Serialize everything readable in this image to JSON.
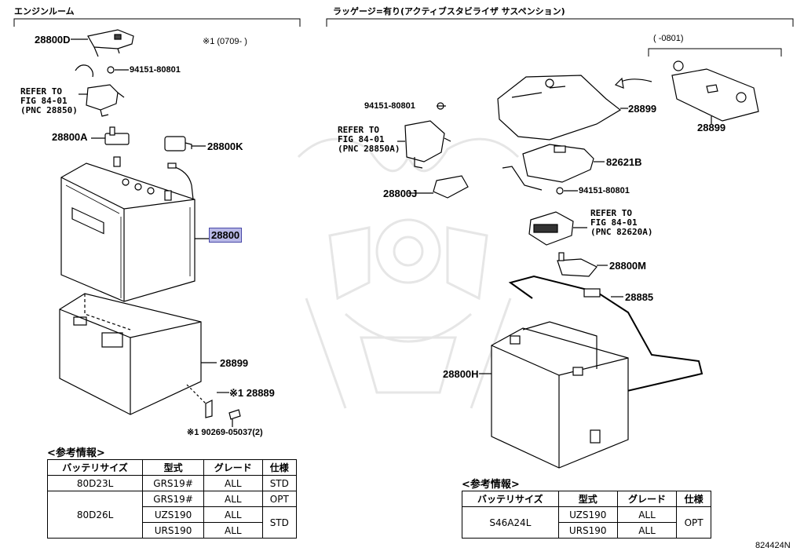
{
  "sections": {
    "left_title": "エンジンルーム",
    "right_title": "ラッゲージ=有り(アクティブスタビライザ サスペンション)",
    "left_note": "※1 (0709-    )",
    "right_note": "(     -0801)"
  },
  "labels": {
    "p28800D": "28800D",
    "p94151_l": "94151-80801",
    "refer_l": "REFER TO\nFIG 84-01\n(PNC 28850)",
    "p28800A": "28800A",
    "p28800K": "28800K",
    "p28800": "28800",
    "p28899_l": "28899",
    "p28889": "※1 28889",
    "p90269": "※1 90269-05037(2)",
    "p94151_r1": "94151-80801",
    "refer_r1": "REFER TO\nFIG 84-01\n(PNC 28850A)",
    "p28899_r1": "28899",
    "p28899_r2": "28899",
    "p82621B": "82621B",
    "p28800J": "28800J",
    "p94151_r2": "94151-80801",
    "refer_r2": "REFER TO\nFIG 84-01\n(PNC 82620A)",
    "p28800M": "28800M",
    "p28885": "28885",
    "p28800H": "28800H",
    "figure_id": "824424N"
  },
  "left_table": {
    "title": "<参考情報>",
    "headers": [
      "バッテリサイズ",
      "型式",
      "グレード",
      "仕様"
    ],
    "rows": [
      {
        "size": "80D23L",
        "model": "GRS19#",
        "grade": "ALL",
        "spec": "STD"
      },
      {
        "size": "80D26L",
        "model": "GRS19#",
        "grade": "ALL",
        "spec": "OPT"
      },
      {
        "model": "UZS190",
        "grade": "ALL",
        "spec": "STD"
      },
      {
        "model": "URS190",
        "grade": "ALL"
      }
    ]
  },
  "right_table": {
    "title": "<参考情報>",
    "headers": [
      "バッテリサイズ",
      "型式",
      "グレード",
      "仕様"
    ],
    "rows": [
      {
        "size": "S46A24L",
        "model": "UZS190",
        "grade": "ALL",
        "spec": "OPT"
      },
      {
        "model": "URS190",
        "grade": "ALL"
      }
    ]
  },
  "colors": {
    "highlight": "#b8b8e6",
    "line": "#000000",
    "watermark": "#e6e6e6"
  }
}
